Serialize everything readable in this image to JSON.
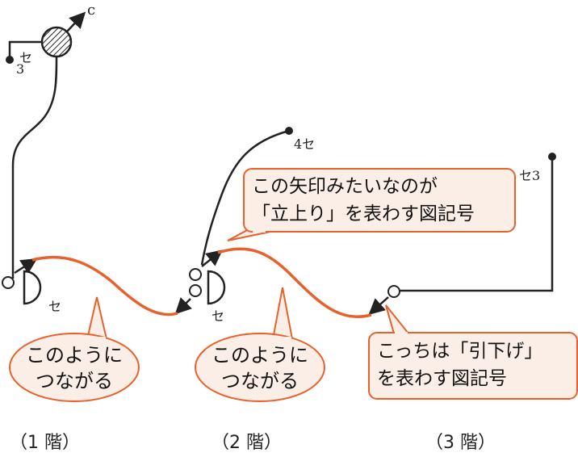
{
  "labels": {
    "c": "c",
    "se3_a_kana": "セ",
    "se3_a_num": "3",
    "se_floor1": "セ",
    "se_floor2": "セ",
    "se4": "4セ",
    "se3_b": "セ3"
  },
  "callouts": {
    "floor1_line1": "このように",
    "floor1_line2": "つながる",
    "floor2_line1": "このように",
    "floor2_line2": "つながる",
    "rise_line1": "この矢印みたいなのが",
    "rise_line2": "「立上り」を表わす図記号",
    "drop_line1": "こっちは「引下げ」",
    "drop_line2": "を表わす図記号"
  },
  "floors": {
    "floor1": "（1 階）",
    "floor2": "（2 階）",
    "floor3": "（3 階）"
  },
  "colors": {
    "wire": "#222222",
    "connection": "#e8602a",
    "callout_fill": "#fbeee6",
    "callout_border": "#e8602a"
  }
}
